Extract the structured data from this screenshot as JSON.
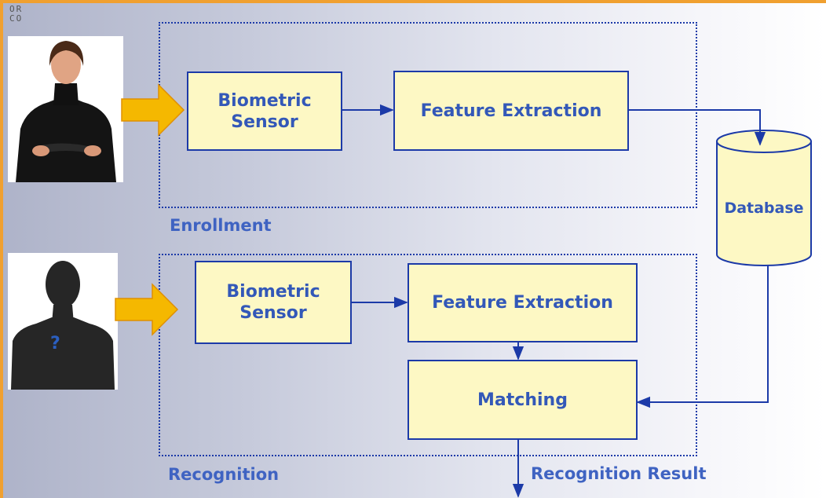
{
  "corner_text": [
    "OR",
    "CO"
  ],
  "enrollment": {
    "label": "Enrollment",
    "sensor_label": "Biometric\nSensor",
    "extraction_label": "Feature Extraction"
  },
  "recognition": {
    "label": "Recognition",
    "sensor_label": "Biometric\nSensor",
    "extraction_label": "Feature Extraction",
    "matching_label": "Matching",
    "result_label": "Recognition Result",
    "unknown_mark": "?"
  },
  "database": {
    "label": "Database"
  },
  "colors": {
    "box_fill": "#fdf8c4",
    "box_border": "#1c3aa8",
    "text": "#3358b8",
    "input_arrow": "#f5b800",
    "frame": "#f0a030"
  },
  "icons": {
    "enrollment_person": "person-photo-icon",
    "unknown_person": "person-silhouette-icon",
    "input_arrow": "block-arrow-icon",
    "database": "database-cylinder-icon"
  }
}
